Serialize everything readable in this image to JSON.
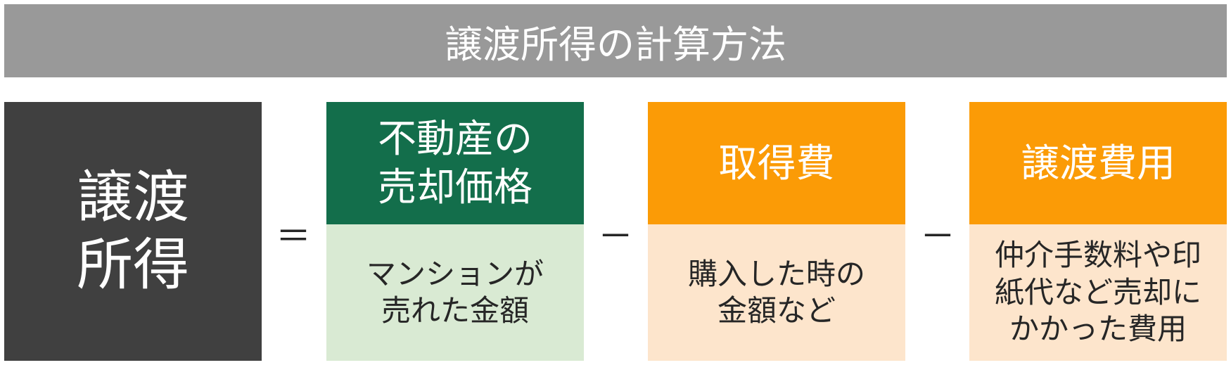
{
  "title": "譲渡所得の計算方法",
  "result_label": "譲渡\n所得",
  "ops": {
    "equals": "＝",
    "minus1": "－",
    "minus2": "－"
  },
  "terms": [
    {
      "heading": "不動産の\n売却価格",
      "detail": "マンションが\n売れた金額",
      "heading_color": "#136e4b",
      "detail_color": "#d9ead3"
    },
    {
      "heading": "取得費",
      "detail": "購入した時の\n金額など",
      "heading_color": "#fb9b06",
      "detail_color": "#fde5cc"
    },
    {
      "heading": "譲渡費用",
      "detail": "仲介手数料や印\n紙代など売却に\nかかった費用",
      "heading_color": "#fb9b06",
      "detail_color": "#fde5cc"
    }
  ]
}
